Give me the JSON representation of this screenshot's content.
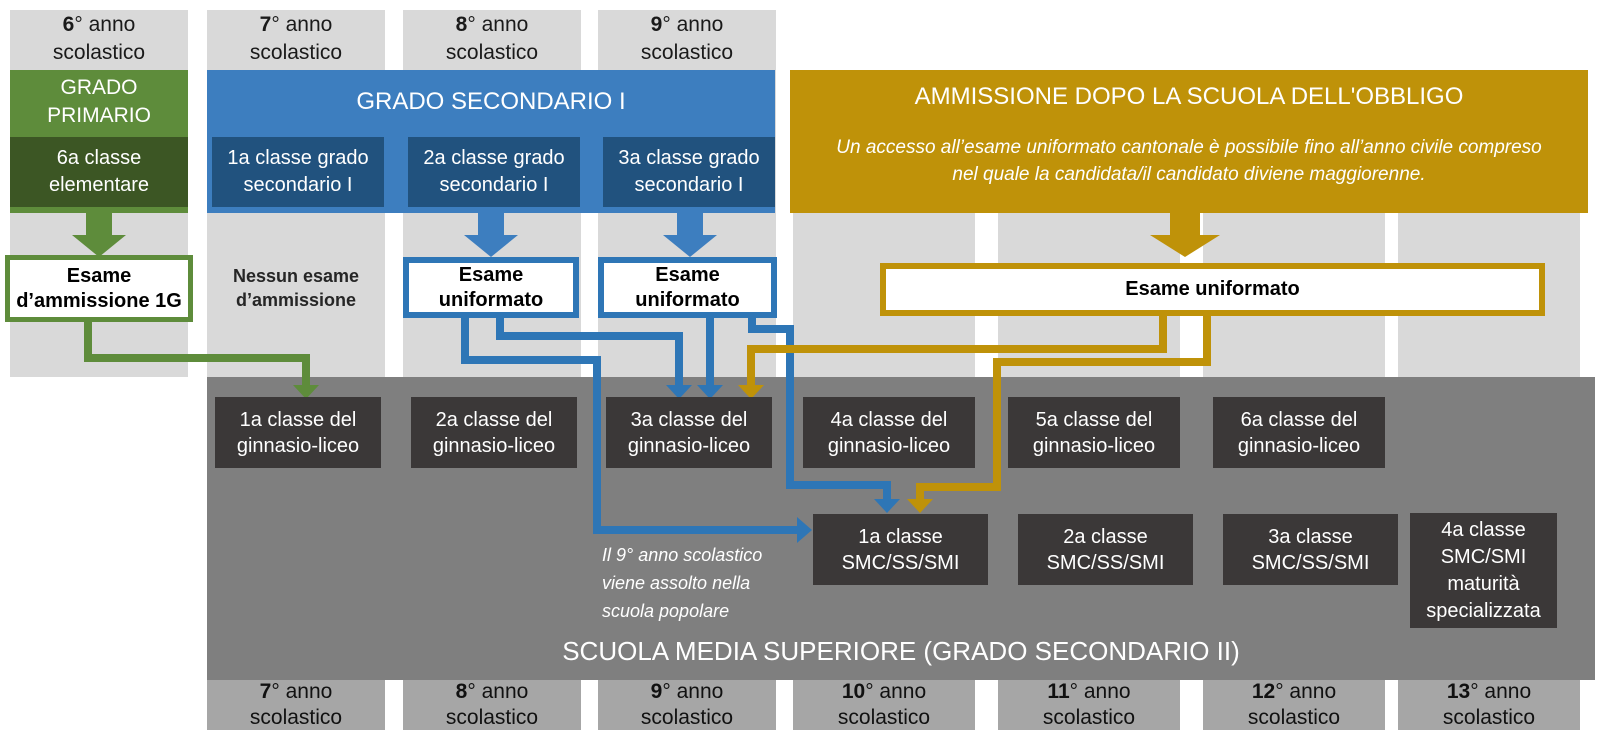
{
  "palette": {
    "green": "#5E8C3B",
    "green_dark": "#3C5624",
    "blue": "#3D7EBF",
    "blue_dark": "#21527E",
    "blue_line": "#2E76B6",
    "gold": "#BF9209",
    "band_gray": "#D9D9D9",
    "area_gray": "#7F7F7F",
    "box_dark": "#3B3838",
    "bottom_label_gray": "#A6A6A6"
  },
  "shared": {
    "anno_suffix": "° anno",
    "scolastico": "scolastico"
  },
  "top_years": [
    "6",
    "7",
    "8",
    "9"
  ],
  "bottom_years": [
    "7",
    "8",
    "9",
    "10",
    "11",
    "12",
    "13"
  ],
  "primary": {
    "title": "GRADO PRIMARIO",
    "class_box": "6a classe elementare",
    "exam_box": "Esame d’ammissione 1G"
  },
  "secondary1": {
    "title": "GRADO SECONDARIO I",
    "class_boxes": [
      "1a classe grado secondario I",
      "2a classe grado secondario I",
      "3a classe grado secondario I"
    ],
    "no_exam": "Nessun esame d’ammissione",
    "exam_box": "Esame uniformato"
  },
  "admission": {
    "title": "AMMISSIONE DOPO LA SCUOLA DELL'OBBLIGO",
    "subtitle": "Un accesso all’esame uniformato cantonale è possibile fino all’anno civile compreso nel quale la candidata/il candidato diviene maggiorenne.",
    "exam_box": "Esame uniformato"
  },
  "upper_secondary": {
    "title": "SCUOLA MEDIA SUPERIORE (GRADO SECONDARIO II)",
    "ginnasio_boxes": [
      "1a classe del ginnasio-liceo",
      "2a classe del ginnasio-liceo",
      "3a classe del ginnasio-liceo",
      "4a classe del ginnasio-liceo",
      "5a classe del ginnasio-liceo",
      "6a classe del ginnasio-liceo"
    ],
    "smc_boxes": [
      "1a classe SMC/SS/SMI",
      "2a classe SMC/SS/SMI",
      "3a classe SMC/SS/SMI"
    ],
    "smc4_box": "4a classe SMC/SMI maturità specializzata",
    "note": "Il 9° anno scolastico viene assolto nella scuola popolare"
  }
}
